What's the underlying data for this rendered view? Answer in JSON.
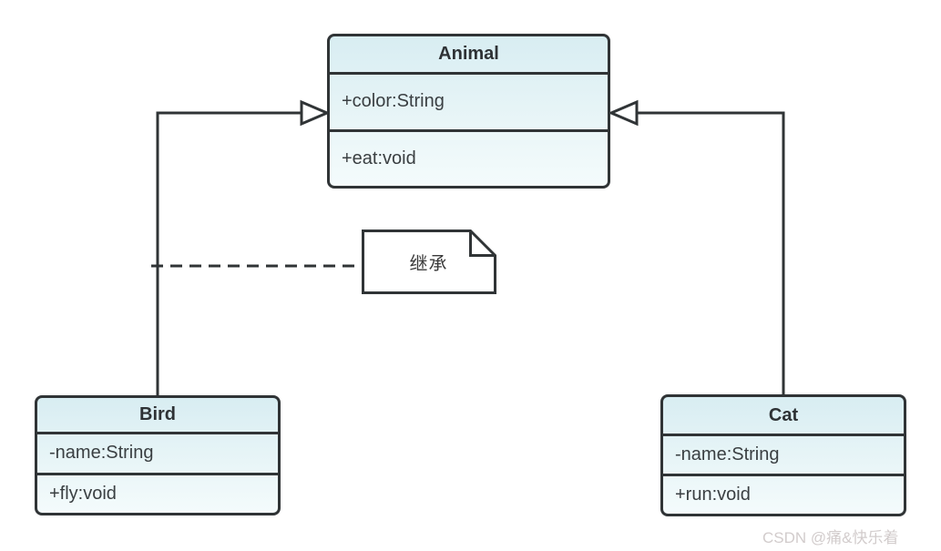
{
  "diagram": {
    "type": "uml-class-diagram",
    "classes": [
      {
        "name": "Animal",
        "attributes": [
          "+color:String"
        ],
        "methods": [
          "+eat:void"
        ]
      },
      {
        "name": "Bird",
        "attributes": [
          "-name:String"
        ],
        "methods": [
          "+fly:void"
        ]
      },
      {
        "name": "Cat",
        "attributes": [
          "-name:String"
        ],
        "methods": [
          "+run:void"
        ]
      }
    ],
    "note": {
      "text": "继承"
    },
    "relationships": [
      {
        "from": "Bird",
        "to": "Animal",
        "type": "generalization"
      },
      {
        "from": "Cat",
        "to": "Animal",
        "type": "generalization"
      }
    ],
    "colors": {
      "stroke": "#303436",
      "class_fill_top": "#d8edf2",
      "class_fill_bottom": "#f4fbfc",
      "note_fill": "#ffffff",
      "background": "#ffffff",
      "watermark": "#d2cccc"
    }
  },
  "watermark": {
    "text": "CSDN @痛&快乐着"
  }
}
